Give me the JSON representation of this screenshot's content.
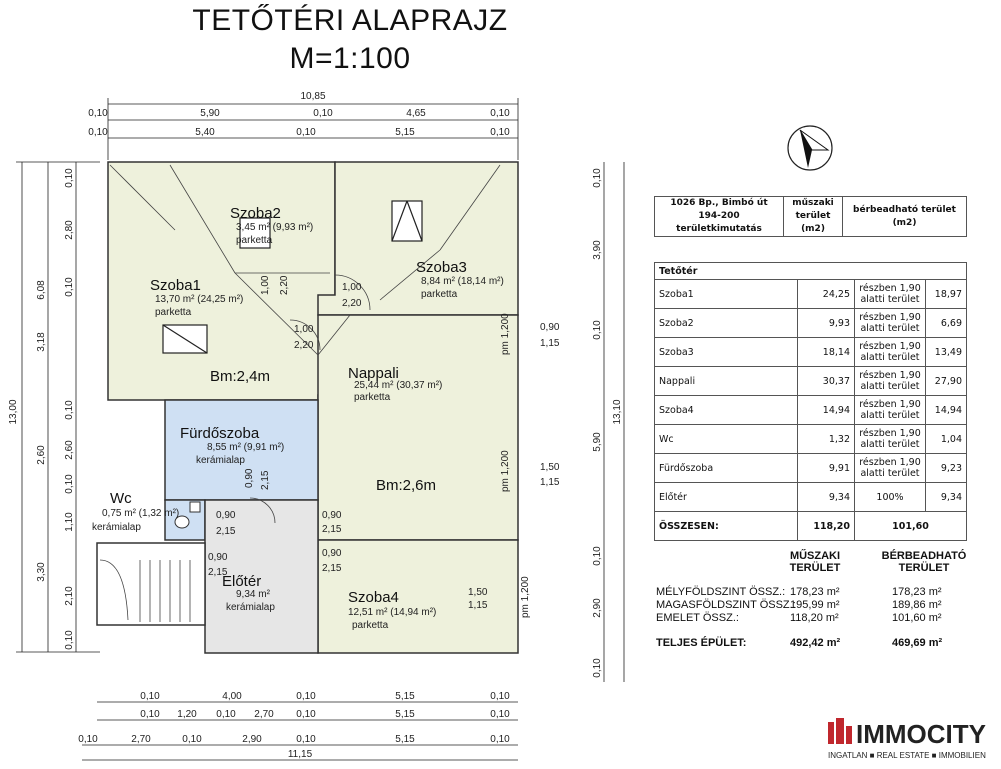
{
  "title": {
    "line1": "TETŐTÉRI ALAPRAJZ",
    "line2": "M=1:100"
  },
  "rooms": [
    {
      "key": "szoba2",
      "name": "Szoba2",
      "area": "3,45 m² (9,93 m²)",
      "floor": "parketta"
    },
    {
      "key": "szoba1",
      "name": "Szoba1",
      "area": "13,70 m² (24,25 m²)",
      "floor": "parketta"
    },
    {
      "key": "szoba3",
      "name": "Szoba3",
      "area": "8,84 m² (18,14 m²)",
      "floor": "parketta"
    },
    {
      "key": "nappali",
      "name": "Nappali",
      "area": "25,44 m² (30,37 m²)",
      "floor": "parketta"
    },
    {
      "key": "furdo",
      "name": "Fürdőszoba",
      "area": "8,55 m² (9,91 m²)",
      "floor": "kerámialap"
    },
    {
      "key": "wc",
      "name": "Wc",
      "area": "0,75 m² (1,32 m²)",
      "floor": "kerámialap"
    },
    {
      "key": "eloter",
      "name": "Előtér",
      "area": "9,34 m²",
      "floor": "kerámialap"
    },
    {
      "key": "szoba4",
      "name": "Szoba4",
      "area": "12,51 m² (14,94 m²)",
      "floor": "parketta"
    }
  ],
  "heights": {
    "bm1": "Bm:2,4m",
    "bm2": "Bm:2,6m"
  },
  "top_dims": {
    "total": "10,85",
    "row1": [
      "0,10",
      "5,90",
      "0,10",
      "4,65",
      "0,10"
    ],
    "row2": [
      "0,10",
      "5,40",
      "0,10",
      "5,15",
      "0,10"
    ]
  },
  "bottom_dims": {
    "row1": [
      "0,10",
      "4,00",
      "0,10",
      "5,15",
      "0,10"
    ],
    "row2": [
      "0,10",
      "1,20",
      "0,10",
      "2,70",
      "0,10",
      "5,15",
      "0,10"
    ],
    "row3": [
      "0,10",
      "2,70",
      "0,10",
      "2,90",
      "0,10",
      "5,15",
      "0,10"
    ],
    "total": "11,15"
  },
  "left_dims": {
    "total": "13,00",
    "mid": [
      "6,08",
      "3,18",
      "2,60",
      "3,30"
    ],
    "inner": [
      "0,10",
      "2,80",
      "0,10",
      "0,10",
      "2,60",
      "0,10",
      "1,10",
      "2,10",
      "0,10"
    ]
  },
  "right_dims": {
    "total": "13,10",
    "mid": [
      "3,90",
      "5,90",
      "2,90"
    ],
    "inner": [
      "0,10",
      "0,10",
      "0,10",
      "0,10"
    ]
  },
  "openings": [
    "1,00",
    "2,20",
    "1,00",
    "2,20",
    "1,00",
    "2,20",
    "0,90",
    "2,15",
    "0,90",
    "2,15",
    "0,90",
    "2,15",
    "0,90",
    "2,15",
    "0,90",
    "2,15",
    "0,90",
    "1,15",
    "1,50",
    "1,15",
    "1,50",
    "1,15",
    "pm 1,200",
    "pm 1,200",
    "pm 1,200"
  ],
  "table": {
    "header": {
      "address": "1026 Bp., Bimbó út 194-200 területkimutatás",
      "col2": "műszaki terület (m2)",
      "col3": "bérbeadható terület (m2)"
    },
    "section": "Tetőtér",
    "rows": [
      {
        "name": "Szoba1",
        "m": "24,25",
        "note": "részben 1,90 alatti terület",
        "b": "18,97"
      },
      {
        "name": "Szoba2",
        "m": "9,93",
        "note": "részben 1,90 alatti terület",
        "b": "6,69"
      },
      {
        "name": "Szoba3",
        "m": "18,14",
        "note": "részben 1,90 alatti terület",
        "b": "13,49"
      },
      {
        "name": "Nappali",
        "m": "30,37",
        "note": "részben 1,90 alatti terület",
        "b": "27,90"
      },
      {
        "name": "Szoba4",
        "m": "14,94",
        "note": "részben 1,90 alatti terület",
        "b": "14,94"
      },
      {
        "name": "Wc",
        "m": "1,32",
        "note": "részben 1,90 alatti terület",
        "b": "1,04"
      },
      {
        "name": "Fürdőszoba",
        "m": "9,91",
        "note": "részben 1,90 alatti terület",
        "b": "9,23"
      },
      {
        "name": "Előtér",
        "m": "9,34",
        "note": "100%",
        "b": "9,34"
      }
    ],
    "total": {
      "name": "ÖSSZESEN:",
      "m": "118,20",
      "b": "101,60"
    }
  },
  "summary": {
    "col1": "MŰSZAKI TERÜLET",
    "col2": "BÉRBEADHATÓ TERÜLET",
    "rows": [
      {
        "label": "MÉLYFÖLDSZINT ÖSSZ.:",
        "m": "178,23 m²",
        "b": "178,23 m²"
      },
      {
        "label": "MAGASFÖLDSZINT ÖSSZ.:",
        "m": "195,99 m²",
        "b": "189,86 m²"
      },
      {
        "label": "EMELET ÖSSZ.:",
        "m": "118,20 m²",
        "b": "101,60 m²"
      }
    ],
    "total": {
      "label": "TELJES ÉPÜLET:",
      "m": "492,42 m²",
      "b": "469,69 m²"
    }
  },
  "logo": {
    "name": "IMMOCITY",
    "tagline": "INGATLAN ■ REAL ESTATE ■ IMMOBILIEN"
  },
  "colors": {
    "room_fill": "#eef1dc",
    "bath_fill": "#cfe0f3",
    "hall_fill": "#e6e6e6",
    "logo_red": "#c0272d"
  }
}
